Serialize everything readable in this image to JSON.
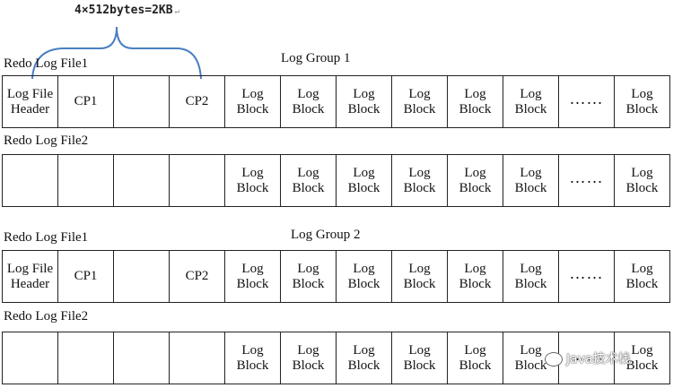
{
  "annotation": {
    "text": "4×512bytes=2KB",
    "return_glyph": "↵",
    "brace_color": "#4a7fc1"
  },
  "sections": [
    {
      "group_label": "Log Group 1",
      "files": [
        {
          "label": "Redo Log File1",
          "cells": [
            "Log File\nHeader",
            "CP1",
            "",
            "CP2",
            "Log\nBlock",
            "Log\nBlock",
            "Log\nBlock",
            "Log\nBlock",
            "Log\nBlock",
            "Log\nBlock",
            "……",
            "Log\nBlock"
          ]
        },
        {
          "label": "Redo Log File2",
          "cells": [
            "",
            "",
            "",
            "",
            "Log\nBlock",
            "Log\nBlock",
            "Log\nBlock",
            "Log\nBlock",
            "Log\nBlock",
            "Log\nBlock",
            "……",
            "Log\nBlock"
          ]
        }
      ]
    },
    {
      "group_label": "Log Group 2",
      "files": [
        {
          "label": "Redo Log File1",
          "cells": [
            "Log File\nHeader",
            "CP1",
            "",
            "CP2",
            "Log\nBlock",
            "Log\nBlock",
            "Log\nBlock",
            "Log\nBlock",
            "Log\nBlock",
            "Log\nBlock",
            "……",
            "Log\nBlock"
          ]
        },
        {
          "label": "Redo Log File2",
          "cells": [
            "",
            "",
            "",
            "",
            "Log\nBlock",
            "Log\nBlock",
            "Log\nBlock",
            "Log\nBlock",
            "Log\nBlock",
            "Log\nBlock",
            "……",
            "Log\nBlock"
          ]
        }
      ]
    }
  ],
  "watermark": {
    "text": "Java技术栈",
    "icon": "wechat-icon"
  }
}
